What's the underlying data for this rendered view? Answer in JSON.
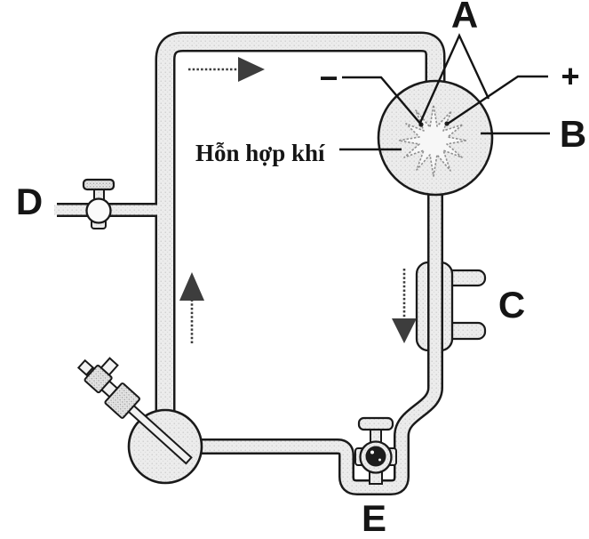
{
  "diagram": {
    "type": "apparatus-schematic",
    "labels": {
      "electrodes": "A",
      "spark_flask": "B",
      "condenser": "C",
      "side_stopcock": "D",
      "bottom_valve": "E",
      "plus_electrode": "+",
      "minus_electrode": "−",
      "gas_mixture": "Hỗn hợp khí"
    },
    "colors": {
      "outline": "#1a1a1a",
      "pipe_fill": "#ececec",
      "arrow": "#3d3d3d",
      "valve_ball": "#1c1c1c",
      "background": "#ffffff",
      "spark_fill": "#f7f7f7"
    },
    "flow_arrows": [
      {
        "name": "flow-arrow-top",
        "direction": "right"
      },
      {
        "name": "flow-arrow-left",
        "direction": "up"
      },
      {
        "name": "flow-arrow-right",
        "direction": "down"
      }
    ]
  }
}
